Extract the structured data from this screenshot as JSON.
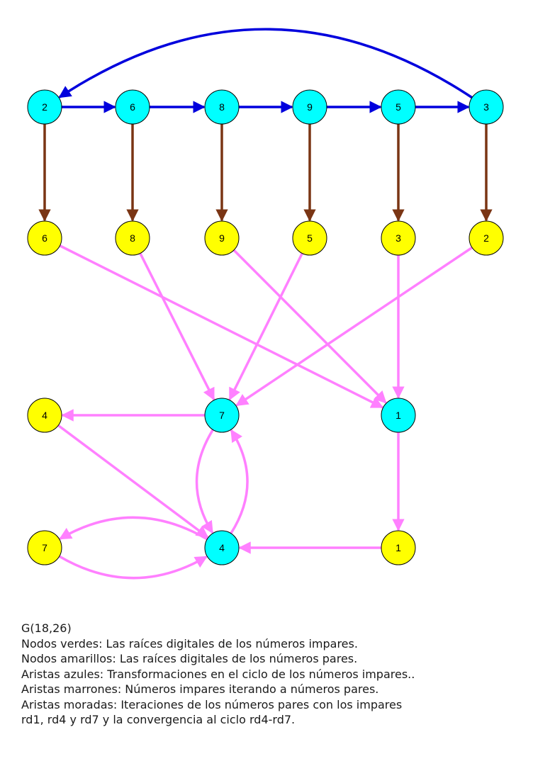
{
  "colors": {
    "odd_node": "#00ffff",
    "even_node": "#ffff00",
    "blue_edge": "#0000dd",
    "brown_edge": "#7a3514",
    "purple_edge": "#ff80ff"
  },
  "nodes": [
    {
      "id": "c2",
      "label": "2",
      "type": "odd"
    },
    {
      "id": "c6",
      "label": "6",
      "type": "odd"
    },
    {
      "id": "c8",
      "label": "8",
      "type": "odd"
    },
    {
      "id": "c9",
      "label": "9",
      "type": "odd"
    },
    {
      "id": "c5",
      "label": "5",
      "type": "odd"
    },
    {
      "id": "c3",
      "label": "3",
      "type": "odd"
    },
    {
      "id": "y6",
      "label": "6",
      "type": "even"
    },
    {
      "id": "y8",
      "label": "8",
      "type": "even"
    },
    {
      "id": "y9",
      "label": "9",
      "type": "even"
    },
    {
      "id": "y5",
      "label": "5",
      "type": "even"
    },
    {
      "id": "y3",
      "label": "3",
      "type": "even"
    },
    {
      "id": "y2",
      "label": "2",
      "type": "even"
    },
    {
      "id": "y4",
      "label": "4",
      "type": "even"
    },
    {
      "id": "c7",
      "label": "7",
      "type": "odd"
    },
    {
      "id": "c1",
      "label": "1",
      "type": "odd"
    },
    {
      "id": "y7",
      "label": "7",
      "type": "even"
    },
    {
      "id": "c4",
      "label": "4",
      "type": "odd"
    },
    {
      "id": "y1",
      "label": "1",
      "type": "even"
    }
  ],
  "edges": [
    {
      "from": "c2",
      "to": "c6",
      "kind": "blue"
    },
    {
      "from": "c6",
      "to": "c8",
      "kind": "blue"
    },
    {
      "from": "c8",
      "to": "c9",
      "kind": "blue"
    },
    {
      "from": "c9",
      "to": "c5",
      "kind": "blue"
    },
    {
      "from": "c5",
      "to": "c3",
      "kind": "blue"
    },
    {
      "from": "c3",
      "to": "c2",
      "kind": "blue",
      "curve": "arc-top"
    },
    {
      "from": "c2",
      "to": "y6",
      "kind": "brown"
    },
    {
      "from": "c6",
      "to": "y8",
      "kind": "brown"
    },
    {
      "from": "c8",
      "to": "y9",
      "kind": "brown"
    },
    {
      "from": "c9",
      "to": "y5",
      "kind": "brown"
    },
    {
      "from": "c5",
      "to": "y3",
      "kind": "brown"
    },
    {
      "from": "c3",
      "to": "y2",
      "kind": "brown"
    },
    {
      "from": "y6",
      "to": "c1",
      "kind": "purple"
    },
    {
      "from": "y8",
      "to": "c7",
      "kind": "purple"
    },
    {
      "from": "y9",
      "to": "c1",
      "kind": "purple"
    },
    {
      "from": "y5",
      "to": "c7",
      "kind": "purple"
    },
    {
      "from": "y3",
      "to": "c1",
      "kind": "purple"
    },
    {
      "from": "y2",
      "to": "c7",
      "kind": "purple"
    },
    {
      "from": "c7",
      "to": "y4",
      "kind": "purple"
    },
    {
      "from": "y4",
      "to": "c4",
      "kind": "purple"
    },
    {
      "from": "c7",
      "to": "c4",
      "kind": "purple",
      "curve": "left"
    },
    {
      "from": "c4",
      "to": "c7",
      "kind": "purple",
      "curve": "right"
    },
    {
      "from": "c1",
      "to": "y1",
      "kind": "purple"
    },
    {
      "from": "y1",
      "to": "c4",
      "kind": "purple"
    },
    {
      "from": "c4",
      "to": "y7",
      "kind": "purple",
      "curve": "up"
    },
    {
      "from": "y7",
      "to": "c4",
      "kind": "purple",
      "curve": "down"
    }
  ],
  "caption": {
    "line1": "G(18,26)",
    "line2": "Nodos verdes: Las raíces digitales de los números impares.",
    "line3": "Nodos amarillos: Las raíces digitales de los números pares.",
    "line4": "Aristas azules: Transformaciones en el ciclo de los números impares..",
    "line5": "Aristas marrones: Números impares iterando a números pares.",
    "line6": "Aristas moradas: Iteraciones de los números pares con los impares",
    "line7": "rd1, rd4 y rd7 y la convergencia al ciclo rd4-rd7."
  }
}
